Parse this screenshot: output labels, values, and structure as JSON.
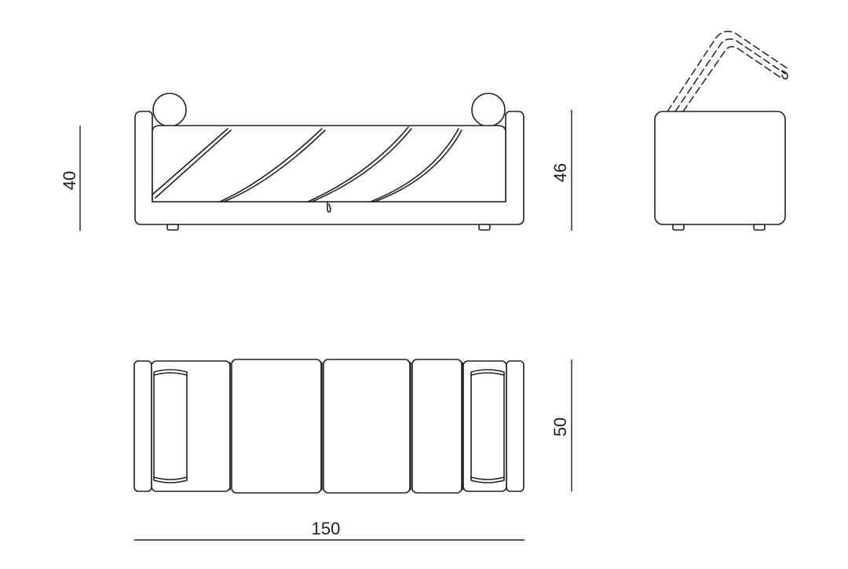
{
  "dimensions": {
    "front_height": "40",
    "front_total_height": "46",
    "depth": "50",
    "width": "150"
  },
  "colors": {
    "line": "#222222",
    "background": "#ffffff"
  }
}
